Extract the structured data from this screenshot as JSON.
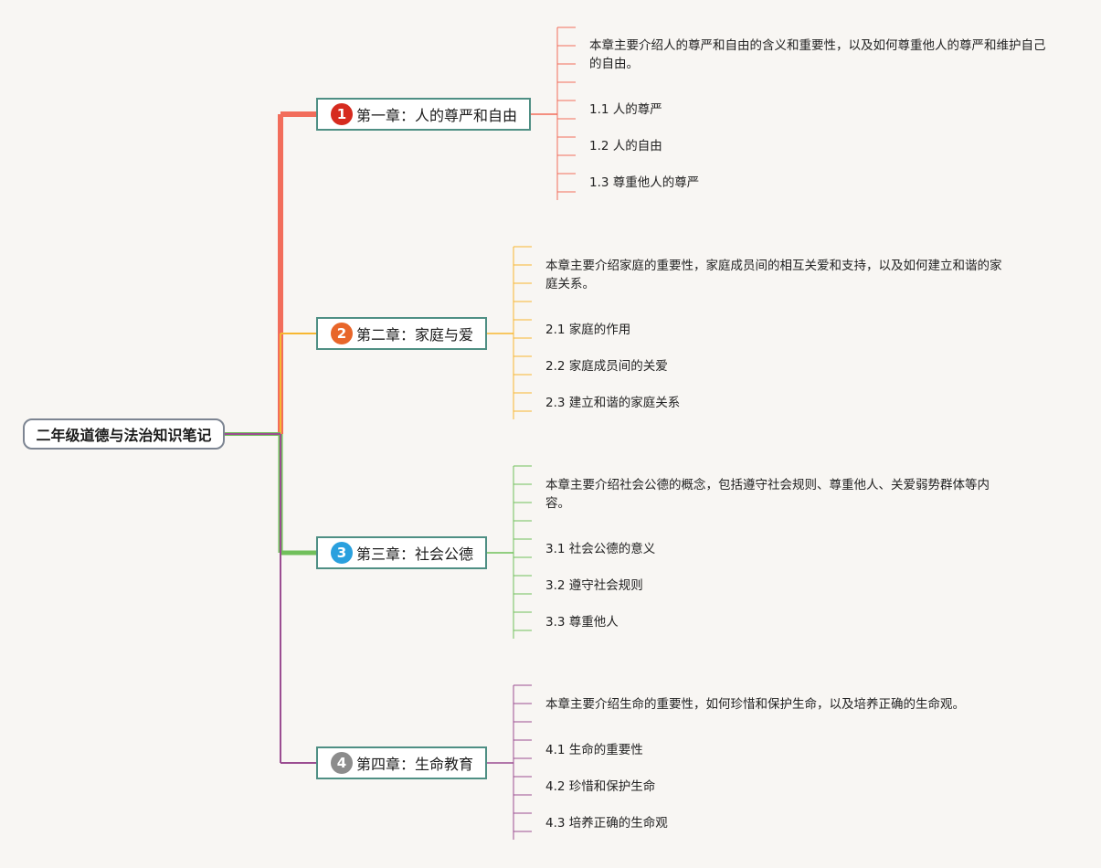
{
  "root": {
    "label": "二年级道德与法治知识笔记"
  },
  "chapters": [
    {
      "number": "1",
      "title": "第一章：人的尊严和自由",
      "color": "#f26d5b",
      "badge_color": "#d62b1f",
      "description": "本章主要介绍人的尊严和自由的含义和重要性，以及如何尊重他人的尊严和维护自己的自由。",
      "sections": [
        "1.1 人的尊严",
        "1.2 人的自由",
        "1.3 尊重他人的尊严"
      ]
    },
    {
      "number": "2",
      "title": "第二章：家庭与爱",
      "color": "#f7b731",
      "badge_color": "#e8662a",
      "description": "本章主要介绍家庭的重要性，家庭成员间的相互关爱和支持，以及如何建立和谐的家庭关系。",
      "sections": [
        "2.1 家庭的作用",
        "2.2 家庭成员间的关爱",
        "2.3 建立和谐的家庭关系"
      ]
    },
    {
      "number": "3",
      "title": "第三章：社会公德",
      "color": "#71c05b",
      "badge_color": "#2aa0de",
      "description": "本章主要介绍社会公德的概念，包括遵守社会规则、尊重他人、关爱弱势群体等内容。",
      "sections": [
        "3.1 社会公德的意义",
        "3.2 遵守社会规则",
        "3.3 尊重他人"
      ]
    },
    {
      "number": "4",
      "title": "第四章：生命教育",
      "color": "#9b4d91",
      "badge_color": "#8c8c8c",
      "description": "本章主要介绍生命的重要性，如何珍惜和保护生命，以及培养正确的生命观。",
      "sections": [
        "4.1 生命的重要性",
        "4.2 珍惜和保护生命",
        "4.3 培养正确的生命观"
      ]
    }
  ]
}
